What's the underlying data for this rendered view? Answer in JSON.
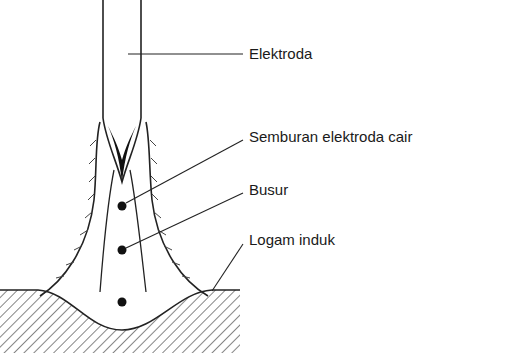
{
  "diagram": {
    "labels": [
      "Elektroda",
      "Semburan elektroda cair",
      "Busur",
      "Logam induk"
    ]
  }
}
